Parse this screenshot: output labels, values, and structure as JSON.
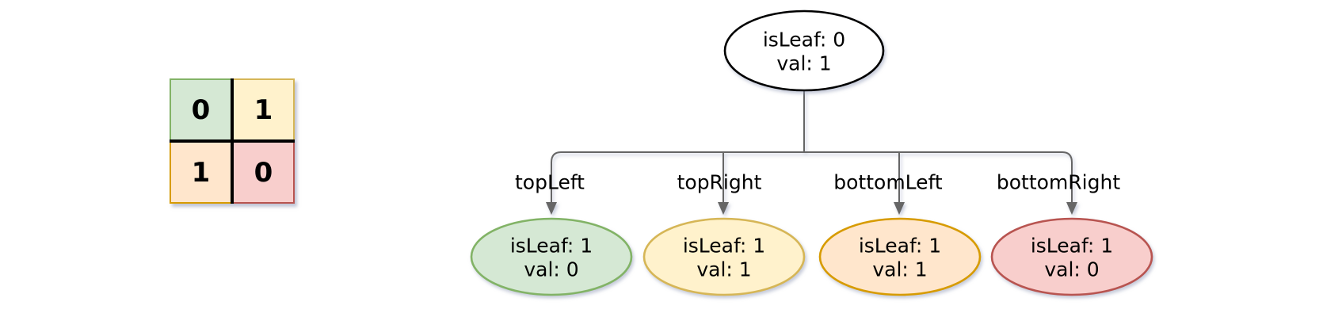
{
  "diagram": {
    "kind": "quadtree-construction",
    "matrix": {
      "cells": [
        {
          "region": "topLeft",
          "value": "0"
        },
        {
          "region": "topRight",
          "value": "1"
        },
        {
          "region": "bottomLeft",
          "value": "1"
        },
        {
          "region": "bottomRight",
          "value": "0"
        }
      ]
    },
    "tree": {
      "root": {
        "line1": "isLeaf: 0",
        "line2": "val: 1"
      },
      "children": [
        {
          "label": "topLeft",
          "line1": "isLeaf: 1",
          "line2": "val: 0",
          "color": "green"
        },
        {
          "label": "topRight",
          "line1": "isLeaf: 1",
          "line2": "val: 1",
          "color": "yellow"
        },
        {
          "label": "bottomLeft",
          "line1": "isLeaf: 1",
          "line2": "val: 1",
          "color": "orange"
        },
        {
          "label": "bottomRight",
          "line1": "isLeaf: 1",
          "line2": "val: 0",
          "color": "red"
        }
      ]
    }
  },
  "colors": {
    "background": "#ffffff",
    "edge": "#666666",
    "node_fill": "#ffffff",
    "node_stroke": "#000000",
    "text": "#000000",
    "green": {
      "fill": "#d5e8d4",
      "stroke": "#82b366"
    },
    "yellow": {
      "fill": "#fff2cc",
      "stroke": "#d6b656"
    },
    "orange": {
      "fill": "#ffe6cc",
      "stroke": "#d79b00"
    },
    "red": {
      "fill": "#f8cecc",
      "stroke": "#b85450"
    }
  }
}
